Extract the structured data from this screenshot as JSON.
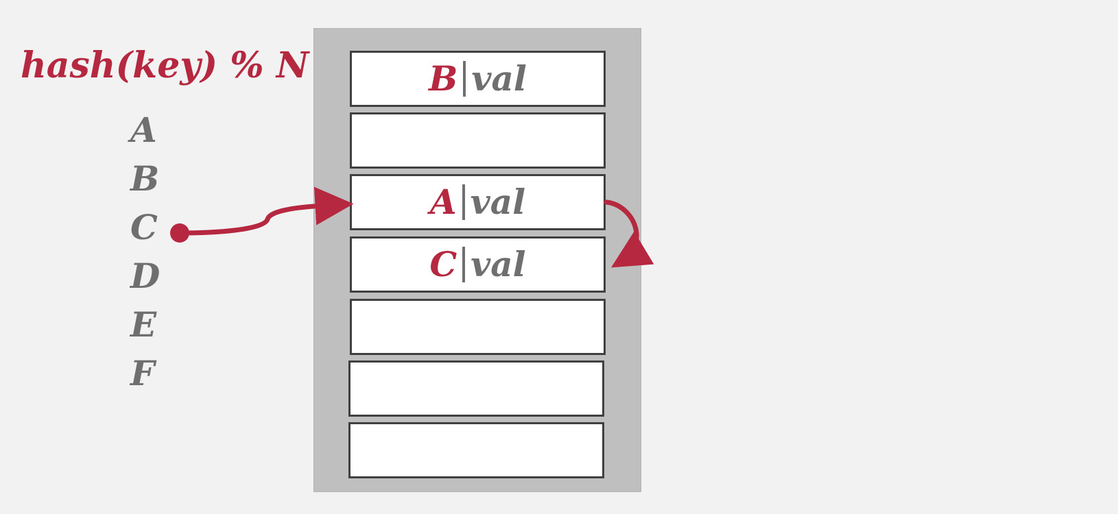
{
  "formula": "hash(key) % N",
  "keys": [
    "A",
    "B",
    "C",
    "D",
    "E",
    "F"
  ],
  "slots": [
    {
      "key": "B",
      "value": "val"
    },
    {
      "key": "",
      "value": ""
    },
    {
      "key": "A",
      "value": "val"
    },
    {
      "key": "C",
      "value": "val"
    },
    {
      "key": "",
      "value": ""
    },
    {
      "key": "",
      "value": ""
    },
    {
      "key": "",
      "value": ""
    }
  ],
  "colors": {
    "accent": "#b5283f",
    "gray_text": "#6f6f6f",
    "panel": "#bfbfbf",
    "border": "#404040",
    "background": "#f2f2f2"
  }
}
